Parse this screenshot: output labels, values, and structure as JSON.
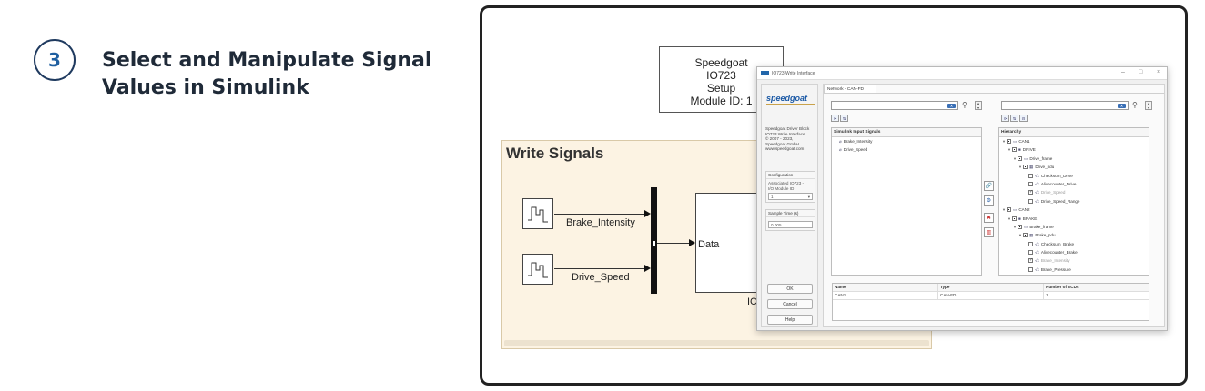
{
  "step": {
    "number": "3",
    "title": "Select and Manipulate Signal\nValues in Simulink"
  },
  "simulink": {
    "top_block": {
      "line1": "Speedgoat",
      "line2": "IO723",
      "line3": "Setup",
      "line4": "Module ID: 1"
    },
    "subsystem_title": "Write Signals",
    "signals": [
      "Brake_Intensity",
      "Drive_Speed"
    ],
    "data_port_label": "Data",
    "block_label_fragment": "IC"
  },
  "dialog": {
    "title": "IO723 Write Interface",
    "logo_text": "speedgoat",
    "side_info": "Speedgoat Driver Block\nIO723 Write Interface\n© 2007 - 2023,\nSpeedgoat GmbH\nwww.speedgoat.com",
    "configuration": {
      "header": "Configuration",
      "assoc_label": "Associated IO723 -\nI/O Module ID",
      "module_id_value": "1"
    },
    "sample_time": {
      "header": "Sample Time (s)",
      "value": "0.005"
    },
    "buttons": {
      "ok": "OK",
      "cancel": "Cancel",
      "help": "Help"
    },
    "tab_label": "Network - CAN-FD",
    "left_panel": {
      "header": "Simulink Input Signals",
      "items": [
        "Brake_Intensity",
        "Drive_Speed"
      ]
    },
    "right_panel": {
      "header": "Hierarchy",
      "rows": [
        {
          "indent": 0,
          "exp": "▾",
          "cb": "partial",
          "icon": "▭",
          "label": "CAN1",
          "state": ""
        },
        {
          "indent": 1,
          "exp": "▾",
          "cb": "partial",
          "icon": "■",
          "label": "DRIVE",
          "state": ""
        },
        {
          "indent": 2,
          "exp": "▾",
          "cb": "partial",
          "icon": "▭",
          "label": "Drive_frame",
          "state": ""
        },
        {
          "indent": 3,
          "exp": "▾",
          "cb": "partial",
          "icon": "▦",
          "label": "Drive_pdu",
          "state": ""
        },
        {
          "indent": 4,
          "exp": "",
          "cb": "",
          "icon": "√x",
          "label": "Checksum_Drive",
          "state": ""
        },
        {
          "indent": 4,
          "exp": "",
          "cb": "",
          "icon": "√x",
          "label": "Alivecounter_Drive",
          "state": ""
        },
        {
          "indent": 4,
          "exp": "",
          "cb": "checked",
          "icon": "√x",
          "label": "Drive_Speed",
          "state": "disabled"
        },
        {
          "indent": 4,
          "exp": "",
          "cb": "",
          "icon": "√x",
          "label": "Drive_Speed_Range",
          "state": ""
        },
        {
          "indent": 0,
          "exp": "▾",
          "cb": "partial",
          "icon": "▭",
          "label": "CAN2",
          "state": ""
        },
        {
          "indent": 1,
          "exp": "▾",
          "cb": "partial",
          "icon": "■",
          "label": "BRAKE",
          "state": ""
        },
        {
          "indent": 2,
          "exp": "▾",
          "cb": "partial",
          "icon": "▭",
          "label": "Brake_frame",
          "state": ""
        },
        {
          "indent": 3,
          "exp": "▾",
          "cb": "partial",
          "icon": "▦",
          "label": "Brake_pdu",
          "state": ""
        },
        {
          "indent": 4,
          "exp": "",
          "cb": "",
          "icon": "√x",
          "label": "Checksum_Brake",
          "state": ""
        },
        {
          "indent": 4,
          "exp": "",
          "cb": "",
          "icon": "√x",
          "label": "Alivecounter_Brake",
          "state": ""
        },
        {
          "indent": 4,
          "exp": "",
          "cb": "checked",
          "icon": "√x",
          "label": "Brake_Intensity",
          "state": "disabled"
        },
        {
          "indent": 4,
          "exp": "",
          "cb": "",
          "icon": "√x",
          "label": "Brake_Pressure",
          "state": ""
        }
      ]
    },
    "table": {
      "headers": [
        "Name",
        "Type",
        "Number of ECUs"
      ],
      "rows": [
        [
          "CAN1",
          "CAN-FD",
          "1"
        ]
      ]
    }
  }
}
